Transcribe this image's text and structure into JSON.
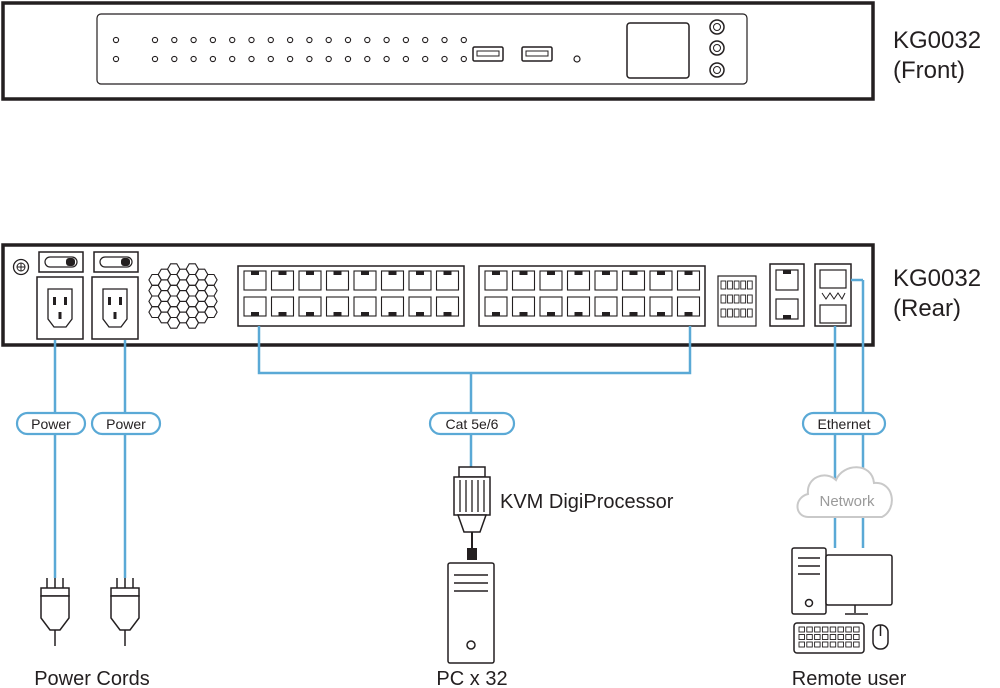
{
  "front_unit": {
    "model": "KG0032",
    "view": "(Front)"
  },
  "rear_unit": {
    "model": "KG0032",
    "view": "(Rear)"
  },
  "cables": {
    "power_1": "Power",
    "power_2": "Power",
    "cat": "Cat 5e/6",
    "ethernet": "Ethernet"
  },
  "network_label": "Network",
  "kvm_label": "KVM DigiProcessor",
  "bottom_labels": {
    "power_cords": "Power Cords",
    "pc": "PC x 32",
    "remote_user": "Remote user"
  },
  "colors": {
    "cable": "#5aa9d6",
    "line": "#231f20",
    "cloud": "#c9c9c9"
  }
}
